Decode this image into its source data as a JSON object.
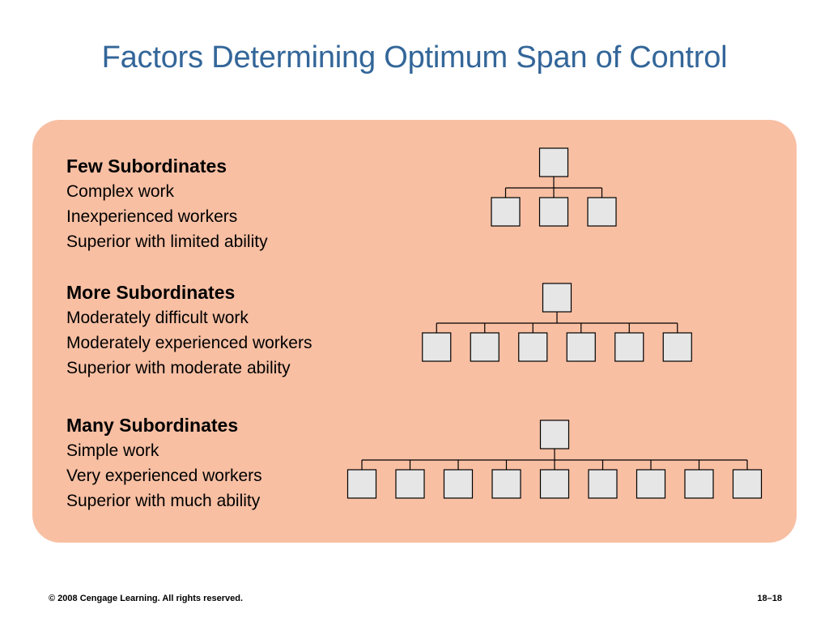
{
  "slide": {
    "title": "Factors Determining Optimum Span of Control"
  },
  "sections": [
    {
      "heading": "Few Subordinates",
      "lines": [
        "Complex work",
        "Inexperienced workers",
        "Superior with limited ability"
      ],
      "subordinate_count": 3
    },
    {
      "heading": "More Subordinates",
      "lines": [
        "Moderately difficult work",
        "Moderately experienced workers",
        "Superior with moderate ability"
      ],
      "subordinate_count": 6
    },
    {
      "heading": "Many Subordinates",
      "lines": [
        "Simple work",
        "Very experienced workers",
        "Superior with much ability"
      ],
      "subordinate_count": 9
    }
  ],
  "colors": {
    "title": "#336699",
    "panel": "#f8bfa3",
    "box_fill": "#e6e6e6"
  },
  "footer": {
    "copyright": "© 2008 Cengage Learning. All rights reserved.",
    "page": "18–18"
  }
}
